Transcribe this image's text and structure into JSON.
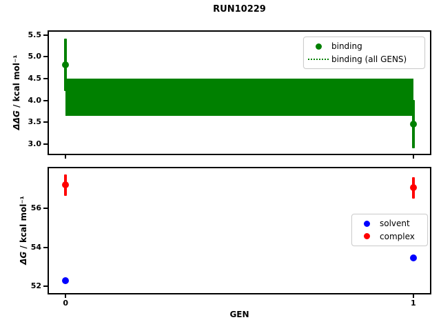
{
  "figure_title": "RUN10229",
  "xlabel": "GEN",
  "colors": {
    "binding_green": "#008000",
    "solvent_blue": "#0000ff",
    "complex_red": "#ff0000",
    "axis_black": "#000000",
    "background": "#ffffff",
    "legend_border": "#cccccc"
  },
  "chart_data": [
    {
      "type": "scatter",
      "title": "RUN10229",
      "xlabel": "",
      "ylabel": "ΔΔG / kcal mol⁻¹",
      "ylabel_italic": "ΔΔG",
      "ylabel_rest": " / kcal mol⁻¹",
      "xlim": [
        -0.05,
        1.05
      ],
      "ylim": [
        2.78,
        5.59
      ],
      "xticks": [
        0,
        1
      ],
      "xtick_labels": [
        "0",
        "1"
      ],
      "show_xtick_labels": false,
      "yticks": [
        3.0,
        3.5,
        4.0,
        4.5,
        5.0,
        5.5
      ],
      "ytick_labels": [
        "3.0",
        "3.5",
        "4.0",
        "4.5",
        "5.0",
        "5.5"
      ],
      "grid": false,
      "x": [
        0,
        1
      ],
      "series": [
        {
          "name": "binding",
          "color": "#008000",
          "marker": "circle",
          "y": [
            4.82,
            3.46
          ],
          "yerr": [
            0.6,
            0.55
          ]
        }
      ],
      "band": {
        "name": "binding (all GENS)",
        "color": "#008000",
        "linestyle": "dotted",
        "x_range": [
          0,
          1
        ],
        "low": 3.65,
        "high": 4.5,
        "mean": 4.07
      },
      "legend": {
        "position": "upper right",
        "entries": [
          {
            "label": "binding",
            "marker": "dot",
            "color": "#008000"
          },
          {
            "label": "binding (all GENS)",
            "marker": "dotted-line",
            "color": "#008000"
          }
        ]
      }
    },
    {
      "type": "scatter",
      "title": "",
      "xlabel": "GEN",
      "ylabel": "ΔG / kcal mol⁻¹",
      "ylabel_italic": "ΔG",
      "ylabel_rest": " / kcal mol⁻¹",
      "xlim": [
        -0.05,
        1.05
      ],
      "ylim": [
        51.65,
        58.09
      ],
      "xticks": [
        0,
        1
      ],
      "xtick_labels": [
        "0",
        "1"
      ],
      "show_xtick_labels": true,
      "yticks": [
        52,
        54,
        56
      ],
      "ytick_labels": [
        "52",
        "54",
        "56"
      ],
      "grid": false,
      "x": [
        0,
        1
      ],
      "series": [
        {
          "name": "solvent",
          "color": "#0000ff",
          "marker": "circle",
          "y": [
            52.3,
            53.45
          ],
          "yerr": [
            0.1,
            0.1
          ]
        },
        {
          "name": "complex",
          "color": "#ff0000",
          "marker": "circle",
          "y": [
            57.2,
            57.05
          ],
          "yerr": [
            0.55,
            0.55
          ]
        }
      ],
      "legend": {
        "position": "center right",
        "entries": [
          {
            "label": "solvent",
            "marker": "dot",
            "color": "#0000ff"
          },
          {
            "label": "complex",
            "marker": "dot",
            "color": "#ff0000"
          }
        ]
      }
    }
  ]
}
